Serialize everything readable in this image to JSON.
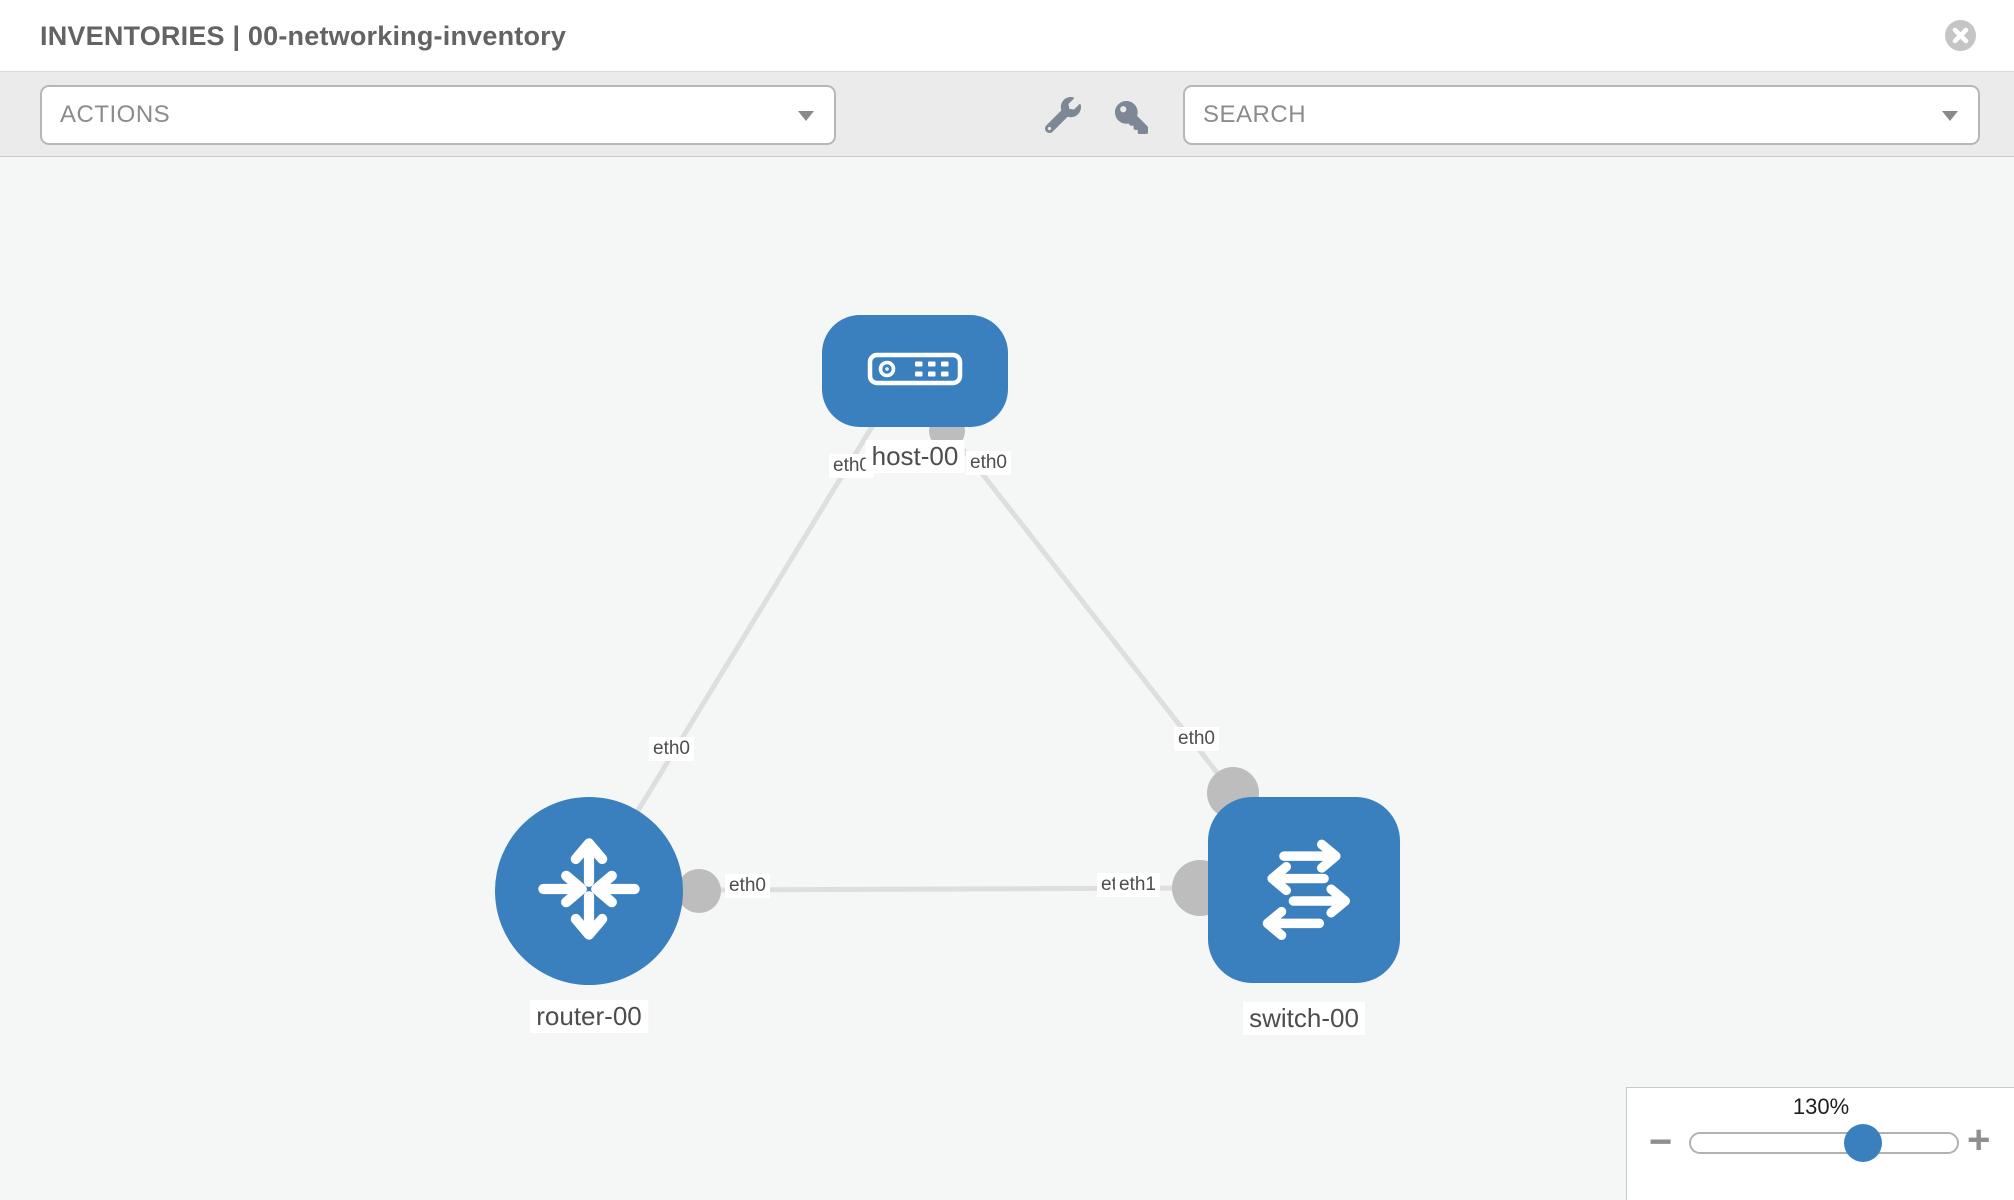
{
  "header": {
    "title_left": "INVENTORIES",
    "title_separator": "|",
    "title_right": "00-networking-inventory"
  },
  "toolbar": {
    "actions_label": "ACTIONS",
    "search_placeholder": "SEARCH",
    "tool_icons": [
      "wrench-icon",
      "key-icon"
    ]
  },
  "topology": {
    "nodes": [
      {
        "id": "host-00",
        "type": "host",
        "label": "host-00"
      },
      {
        "id": "router-00",
        "type": "router",
        "label": "router-00"
      },
      {
        "id": "switch-00",
        "type": "switch",
        "label": "switch-00"
      }
    ],
    "links": [
      {
        "source": "host-00",
        "source_interface": "eth0",
        "target": "router-00",
        "target_interface": "eth0"
      },
      {
        "source": "host-00",
        "source_interface": "eth0",
        "target": "switch-00",
        "target_interface": "eth0"
      },
      {
        "source": "router-00",
        "source_interface": "eth0",
        "target": "switch-00",
        "target_interface": "eth1"
      }
    ],
    "interface_labels": [
      {
        "text": "eth0",
        "at": "host-bottom-left"
      },
      {
        "text": "eth0",
        "at": "host-bottom-right"
      },
      {
        "text": "eth0",
        "at": "link-host-router"
      },
      {
        "text": "eth0",
        "at": "link-host-switch"
      },
      {
        "text": "eth0",
        "at": "link-router-switch-near-router"
      },
      {
        "text": "eth0",
        "at": "link-router-switch-near-switch-under"
      },
      {
        "text": "eth1",
        "at": "link-router-switch-near-switch"
      }
    ]
  },
  "zoom_control": {
    "value_label": "130%",
    "percent": 130,
    "minus_label": "−",
    "plus_label": "+"
  },
  "colors": {
    "node_blue": "#3a80be",
    "link_gray": "#dedede",
    "connector_gray": "#bdbdbd",
    "toolbar_icon_gray": "#7d8894",
    "toolbar_bg": "#ebebeb",
    "canvas_bg": "#f5f6f6"
  }
}
